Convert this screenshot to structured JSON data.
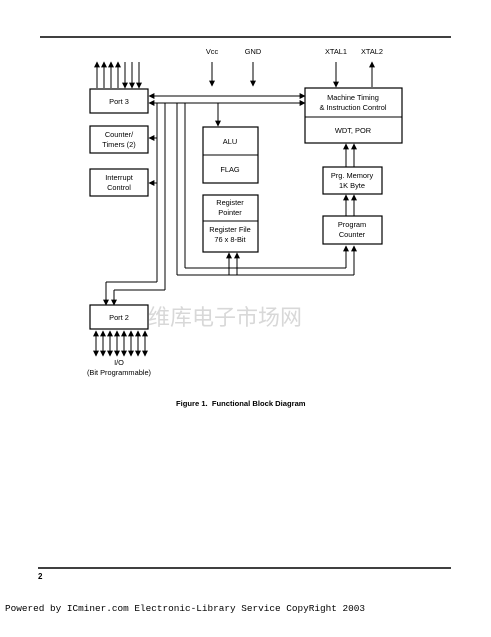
{
  "blocks": {
    "port3": "Port 3",
    "counter_timers": [
      "Counter/",
      "Timers (2)"
    ],
    "interrupt_control": [
      "Interrupt",
      "Control"
    ],
    "alu": "ALU",
    "flag": "FLAG",
    "register_pointer": [
      "Register",
      "Pointer"
    ],
    "register_file": [
      "Register File",
      "76 x 8-Bit"
    ],
    "machine_timing": [
      "Machine Timing",
      "& Instruction Control"
    ],
    "wdt_por": "WDT, POR",
    "prg_memory": [
      "Prg. Memory",
      "1K Byte"
    ],
    "program_counter": [
      "Program",
      "Counter"
    ],
    "port2": "Port 2"
  },
  "signals": {
    "vcc": "Vcc",
    "gnd": "GND",
    "xtal1": "XTAL1",
    "xtal2": "XTAL2"
  },
  "io_label": [
    "I/O",
    "(Bit Programmable)"
  ],
  "caption": "Figure 1.  Functional Block Diagram",
  "watermark": "维库电子市场网",
  "page_number": "2",
  "footer": "Powered by ICminer.com Electronic-Library Service CopyRight 2003"
}
